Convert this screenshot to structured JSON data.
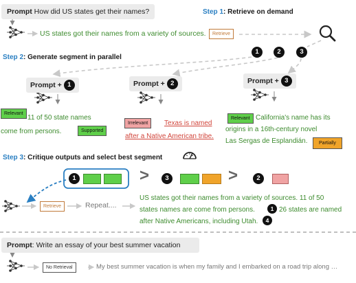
{
  "top_prompt": {
    "label": "Prompt",
    "text": "How did US states get their names?"
  },
  "step1": {
    "prefix": "Step 1",
    "title": ": Retrieve on demand"
  },
  "retrieval_output": "US states got their names from a variety of sources.",
  "retrieve_tag": "Retrieve",
  "step2": {
    "prefix": "Step 2",
    "title": ": Generate segment in parallel"
  },
  "prompt_plus": "Prompt +",
  "numbers": [
    "1",
    "2",
    "3"
  ],
  "segments": [
    {
      "relevance": "Relevant",
      "line1": "11 of 50 state names",
      "line2": "come from persons.",
      "support": "Supported"
    },
    {
      "relevance": "Irrelevant",
      "line1": "Texas is named",
      "line2": "after a Native American tribe."
    },
    {
      "relevance": "Relevant",
      "line1": "California's name has its",
      "line2": "origins in a 16th-century novel",
      "line3": "Las Sergas de Esplandián.",
      "support": "Partially"
    }
  ],
  "step3": {
    "prefix": "Step 3",
    "title": ": Critique outputs and select best segment"
  },
  "repeat_text": "Repeat....",
  "final_output": {
    "line1": "US states got their names from a variety of sources. 11 of 50",
    "line2a": "states names are come from persons.",
    "line2b": "26 states are named",
    "line3": "after Native Americans, including Utah.",
    "marker_a": "1",
    "marker_b": "4"
  },
  "bottom_prompt": {
    "label": "Prompt",
    "text": ": Write an essay of your best summer vacation"
  },
  "no_retrieval_tag": "No Retrieval",
  "bottom_output": "My best summer vacation is when my family and I embarked on a road trip along …",
  "icons": [
    "network-icon",
    "search-icon",
    "gauge-icon",
    "arrow-down-icon"
  ],
  "colors": {
    "step_blue": "#2a7fc2",
    "supported_green": "#3d8b2e",
    "relevant_green": "#5fcf4a",
    "irrelevant_red": "#d1453b",
    "partial_orange": "#f0a42a",
    "retrieve_brown": "#c07a3a"
  }
}
